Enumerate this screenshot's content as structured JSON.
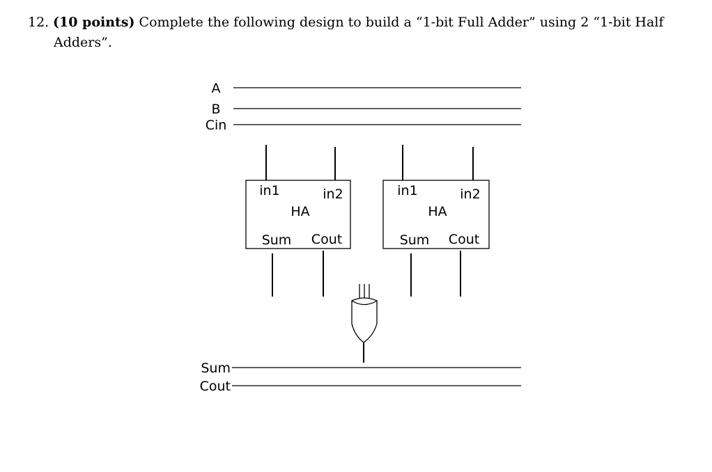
{
  "question": {
    "number": "12.",
    "points": "(10 points)",
    "text_line1": "Complete the following design to build a “1-bit Full Adder” using 2 “1-bit Half",
    "text_line2": "Adders”."
  },
  "inputs": [
    "A",
    "B",
    "Cin"
  ],
  "outputs": [
    "Sum",
    "Cout"
  ],
  "half_adders": [
    {
      "in1": "in1",
      "in2": "in2",
      "name": "HA",
      "sum": "Sum",
      "cout": "Cout"
    },
    {
      "in1": "in1",
      "in2": "in2",
      "name": "HA",
      "sum": "Sum",
      "cout": "Cout"
    }
  ]
}
